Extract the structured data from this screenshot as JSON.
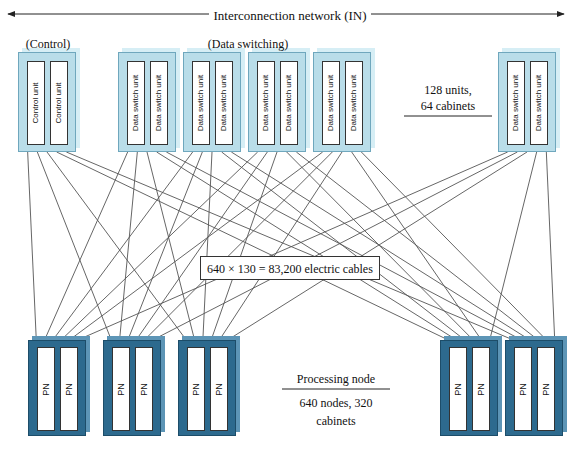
{
  "diagram": {
    "nodes": [
      {
        "text": []
      },
      {
        "text": [
          "Control unit"
        ],
        "in": 0
      },
      {
        "text": [
          "Control unit"
        ],
        "in": 0
      },
      {
        "text": []
      },
      {
        "text": [
          "Data switch unit"
        ],
        "in": 3
      },
      {
        "text": [
          "Data switch unit"
        ],
        "in": 3
      },
      {
        "text": []
      },
      {
        "text": [
          "Data switch unit"
        ],
        "in": 6
      },
      {
        "text": [
          "Data switch unit"
        ],
        "in": 6
      },
      {
        "text": []
      },
      {
        "text": [
          "Data switch unit"
        ],
        "in": 9
      },
      {
        "text": [
          "Data switch unit"
        ],
        "in": 9
      },
      {
        "text": []
      },
      {
        "text": [
          "Data switch unit"
        ],
        "in": 12
      },
      {
        "text": [
          "Data switch unit"
        ],
        "in": 12
      },
      {
        "text": []
      },
      {
        "text": [
          "Data switch unit"
        ],
        "in": 15
      },
      {
        "text": [
          "Data switch unit"
        ],
        "in": 15
      },
      {
        "text": [
          "640 × 130 = 83,200 electric cables"
        ]
      },
      {
        "text": []
      },
      {
        "text": [
          "PN"
        ],
        "in": 19
      },
      {
        "text": [
          "PN"
        ],
        "in": 19
      },
      {
        "text": []
      },
      {
        "text": [
          "PN"
        ],
        "in": 22
      },
      {
        "text": [
          "PN"
        ],
        "in": 22
      },
      {
        "text": []
      },
      {
        "text": [
          "PN"
        ],
        "in": 25
      },
      {
        "text": [
          "PN"
        ],
        "in": 25
      },
      {
        "text": []
      },
      {
        "text": [
          "PN"
        ],
        "in": 28
      },
      {
        "text": [
          "PN"
        ],
        "in": 28
      },
      {
        "text": []
      },
      {
        "text": [
          "PN"
        ],
        "in": 31
      },
      {
        "text": [
          "PN"
        ],
        "in": 31
      }
    ],
    "edges": [
      {
        "from": 0,
        "to": 19,
        "arrow": "none"
      },
      {
        "from": 0,
        "to": 22,
        "arrow": "none"
      },
      {
        "from": 0,
        "to": 25,
        "arrow": "none"
      },
      {
        "from": 0,
        "to": 28,
        "arrow": "none"
      },
      {
        "from": 0,
        "to": 31,
        "arrow": "none"
      },
      {
        "from": 3,
        "to": 19,
        "arrow": "none"
      },
      {
        "from": 3,
        "to": 22,
        "arrow": "none"
      },
      {
        "from": 3,
        "to": 25,
        "arrow": "none"
      },
      {
        "from": 3,
        "to": 28,
        "arrow": "none"
      },
      {
        "from": 3,
        "to": 31,
        "arrow": "none"
      },
      {
        "from": 6,
        "to": 19,
        "arrow": "none"
      },
      {
        "from": 6,
        "to": 22,
        "arrow": "none"
      },
      {
        "from": 6,
        "to": 25,
        "arrow": "none"
      },
      {
        "from": 6,
        "to": 28,
        "arrow": "none"
      },
      {
        "from": 6,
        "to": 31,
        "arrow": "none"
      },
      {
        "from": 9,
        "to": 19,
        "arrow": "none"
      },
      {
        "from": 9,
        "to": 22,
        "arrow": "none"
      },
      {
        "from": 9,
        "to": 25,
        "arrow": "none"
      },
      {
        "from": 9,
        "to": 28,
        "arrow": "none"
      },
      {
        "from": 9,
        "to": 31,
        "arrow": "none"
      },
      {
        "from": 12,
        "to": 19,
        "arrow": "none"
      },
      {
        "from": 12,
        "to": 22,
        "arrow": "none"
      },
      {
        "from": 12,
        "to": 25,
        "arrow": "none"
      },
      {
        "from": 12,
        "to": 28,
        "arrow": "none"
      },
      {
        "from": 12,
        "to": 31,
        "arrow": "none"
      },
      {
        "from": 15,
        "to": 19,
        "arrow": "none"
      },
      {
        "from": 15,
        "to": 22,
        "arrow": "none"
      },
      {
        "from": 15,
        "to": 25,
        "arrow": "none"
      },
      {
        "from": 15,
        "to": 28,
        "arrow": "none"
      },
      {
        "from": 15,
        "to": 31,
        "arrow": "none"
      }
    ],
    "labels": [
      "Interconnection network (IN)",
      "(Control)",
      "(Data switching)",
      "128 units,",
      "64 cabinets",
      "Processing node",
      "640 nodes, 320 cabinets"
    ]
  }
}
